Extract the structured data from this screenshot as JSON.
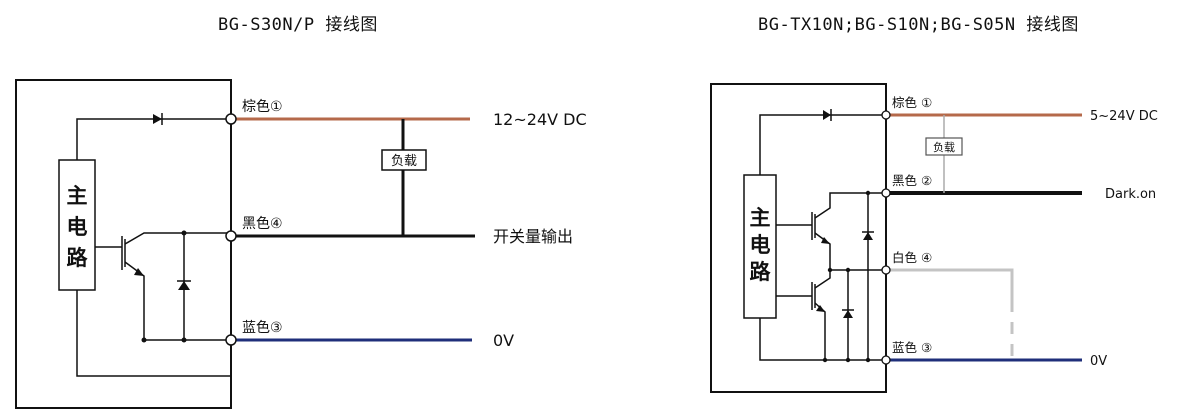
{
  "left": {
    "title": "BG-S30N/P 接线图",
    "main_circuit": [
      "主",
      "电",
      "路"
    ],
    "load_label": "负载",
    "wires": [
      {
        "label": "棕色①",
        "output": "12~24V DC",
        "color": "#b5694a"
      },
      {
        "label": "黑色④",
        "output": "开关量输出",
        "color": "#111111"
      },
      {
        "label": "蓝色③",
        "output": "0V",
        "color": "#1f2f7a"
      }
    ]
  },
  "right": {
    "title": "BG-TX10N;BG-S10N;BG-S05N 接线图",
    "main_circuit": [
      "主",
      "电",
      "路"
    ],
    "load_label": "负载",
    "wires": [
      {
        "label": "棕色 ①",
        "output": "5~24V DC",
        "color": "#b5694a"
      },
      {
        "label": "黑色 ②",
        "output": "Dark.on",
        "color": "#111111"
      },
      {
        "label": "白色 ④",
        "output": "",
        "color": "#c4c4c4"
      },
      {
        "label": "蓝色 ③",
        "output": "0V",
        "color": "#1f2f7a"
      }
    ]
  }
}
